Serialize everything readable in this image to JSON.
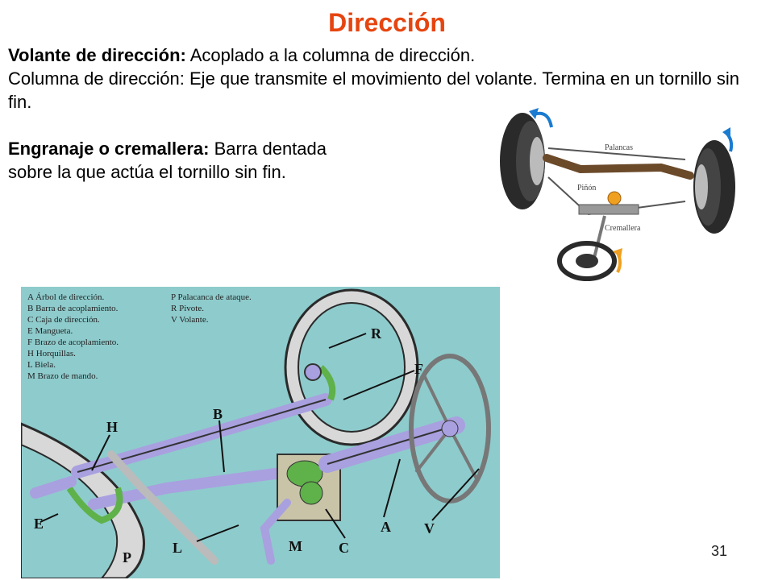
{
  "slide": {
    "title": "Dirección",
    "page_number": "31"
  },
  "paragraphs": {
    "p1_label": "Volante de dirección:",
    "p1_text": " Acoplado a la columna de dirección.",
    "p2_text": "Columna de dirección:  Eje que transmite el movimiento del volante. Termina en un tornillo sin fin.",
    "p3_label": "Engranaje o cremallera:",
    "p3_text": " Barra dentada sobre la que actúa el tornillo sin fin."
  },
  "top_diagram": {
    "label_palancas": "Palancas",
    "label_pinon": "Piñón",
    "label_cremallera": "Cremallera"
  },
  "main_diagram": {
    "legend_left": [
      "A Árbol de dirección.",
      "B Barra de acoplamiento.",
      "C Caja de dirección.",
      "E Mangueta.",
      "F Brazo de acoplamiento.",
      "H Horquillas.",
      "L Biela.",
      "M Brazo de mando."
    ],
    "legend_right": [
      "P Palacanca de ataque.",
      "R Pivote.",
      "V Volante."
    ],
    "letters": {
      "R": "R",
      "F": "F",
      "B": "B",
      "H": "H",
      "E": "E",
      "P": "P",
      "L": "L",
      "M": "M",
      "C": "C",
      "A": "A",
      "V": "V"
    }
  },
  "colors": {
    "title": "#e64510",
    "diagram_bg": "#8ecbcc",
    "tire": "#2a2a2a",
    "purple_parts": "#a9a0e0",
    "green_parts": "#5fb14a",
    "frame_bar": "#6b4a2a",
    "arrow_blue": "#1a7bd0",
    "arrow_orange": "#f0a020"
  }
}
